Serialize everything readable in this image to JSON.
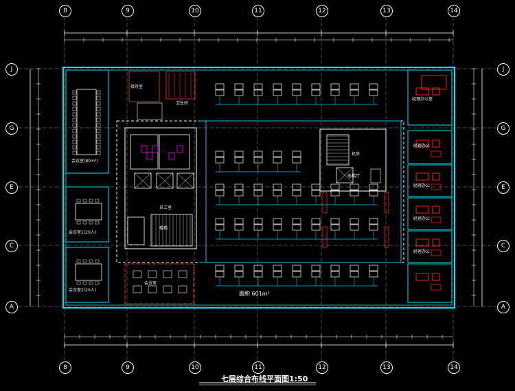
{
  "title": "七层综合布线平面图1:50",
  "grid": {
    "columns": [
      "8",
      "9",
      "10",
      "11",
      "12",
      "13",
      "14"
    ],
    "rows": [
      "J",
      "G",
      "E",
      "C",
      "A"
    ]
  },
  "rooms": {
    "conference_large": "会议室(80m²)",
    "reception": "接待室",
    "meeting_small_1": "会议室1(20人)",
    "meeting_small_2": "会议室2(20人)",
    "restroom": "卫生间",
    "staff_room": "员工室",
    "elevator_hall": "电梯厅",
    "office_area": "面积 601m²",
    "meeting_room": "会议室",
    "manager_office": "经理办公室",
    "office_1": "经理办公",
    "office_2": "经理办公",
    "office_3": "经理办公",
    "office_4": "经理办公",
    "stair": "楼梯",
    "server": "机房"
  },
  "colors": {
    "wall": "#00e5ff",
    "core": "#ffffff",
    "desk": "#ffffff",
    "cable": "#00c8ff",
    "accent": "#ff2020",
    "accent2": "#ff00ff",
    "dim": "#ffffff"
  }
}
